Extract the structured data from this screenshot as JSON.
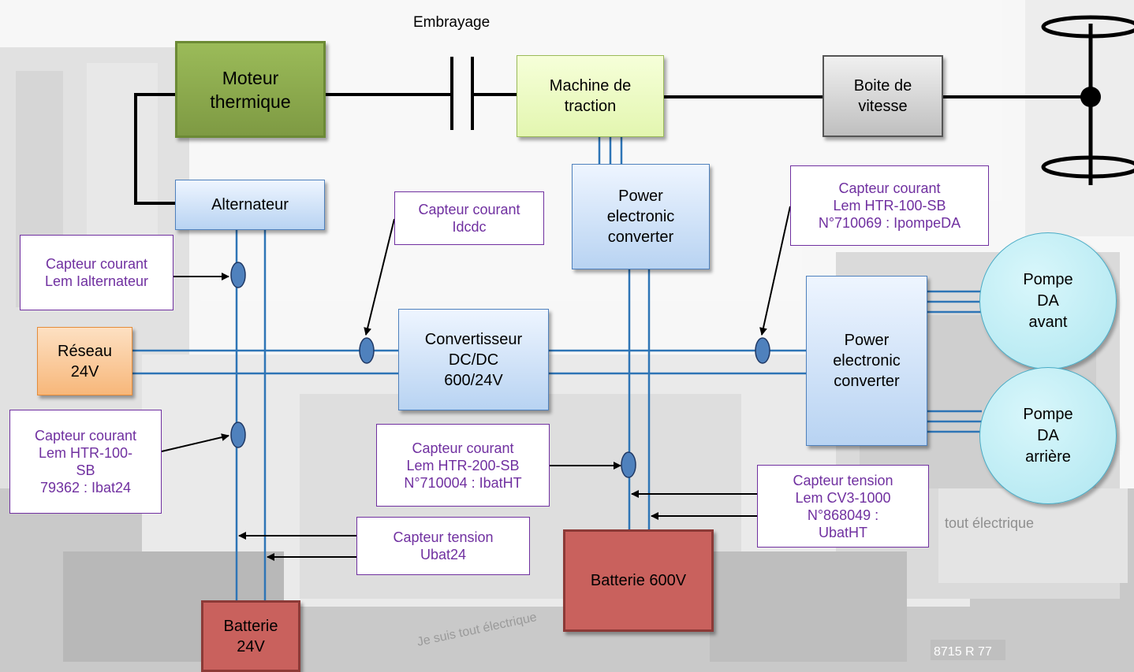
{
  "labels": {
    "clutch": "Embrayage"
  },
  "components": {
    "engine": "Moteur\nthermique",
    "traction_machine": "Machine de\ntraction",
    "gearbox": "Boite de\nvitesse",
    "alternator": "Alternateur",
    "traction_converter": "Power\nelectronic\nconverter",
    "dcdc_converter": "Convertisseur\nDC/DC\n600/24V",
    "pump_converter": "Power\nelectronic\nconverter",
    "grid_24v": "Réseau\n24V",
    "battery_24v": "Batterie\n24V",
    "battery_600v": "Batterie 600V",
    "pump_front": "Pompe\nDA\navant",
    "pump_rear": "Pompe\nDA\narrière"
  },
  "sensors": {
    "i_alternator": "Capteur courant\nLem Ialternateur",
    "i_dcdc": "Capteur courant\nIdcdc",
    "i_pump": "Capteur courant\nLem HTR-100-SB\nN°710069 : IpompeDA",
    "i_bat24": "Capteur courant\nLem HTR-100-\nSB\n79362 : Ibat24",
    "i_batht": "Capteur courant\nLem HTR-200-SB\nN°710004 : IbatHT",
    "u_batht": "Capteur tension\nLem CV3-1000\nN°868049 :\nUbatHT",
    "u_bat24": "Capteur tension\nUbat24"
  },
  "colors": {
    "dc_bus": "#2e75b6",
    "mechanical_link": "#000000",
    "sensor_text": "#7030a0",
    "sensor_node": "#4f81bd"
  },
  "background_watermark": {
    "text_1": "tout électrique",
    "text_2": "Je suis tout électrique",
    "plate": "8715 R 77"
  }
}
